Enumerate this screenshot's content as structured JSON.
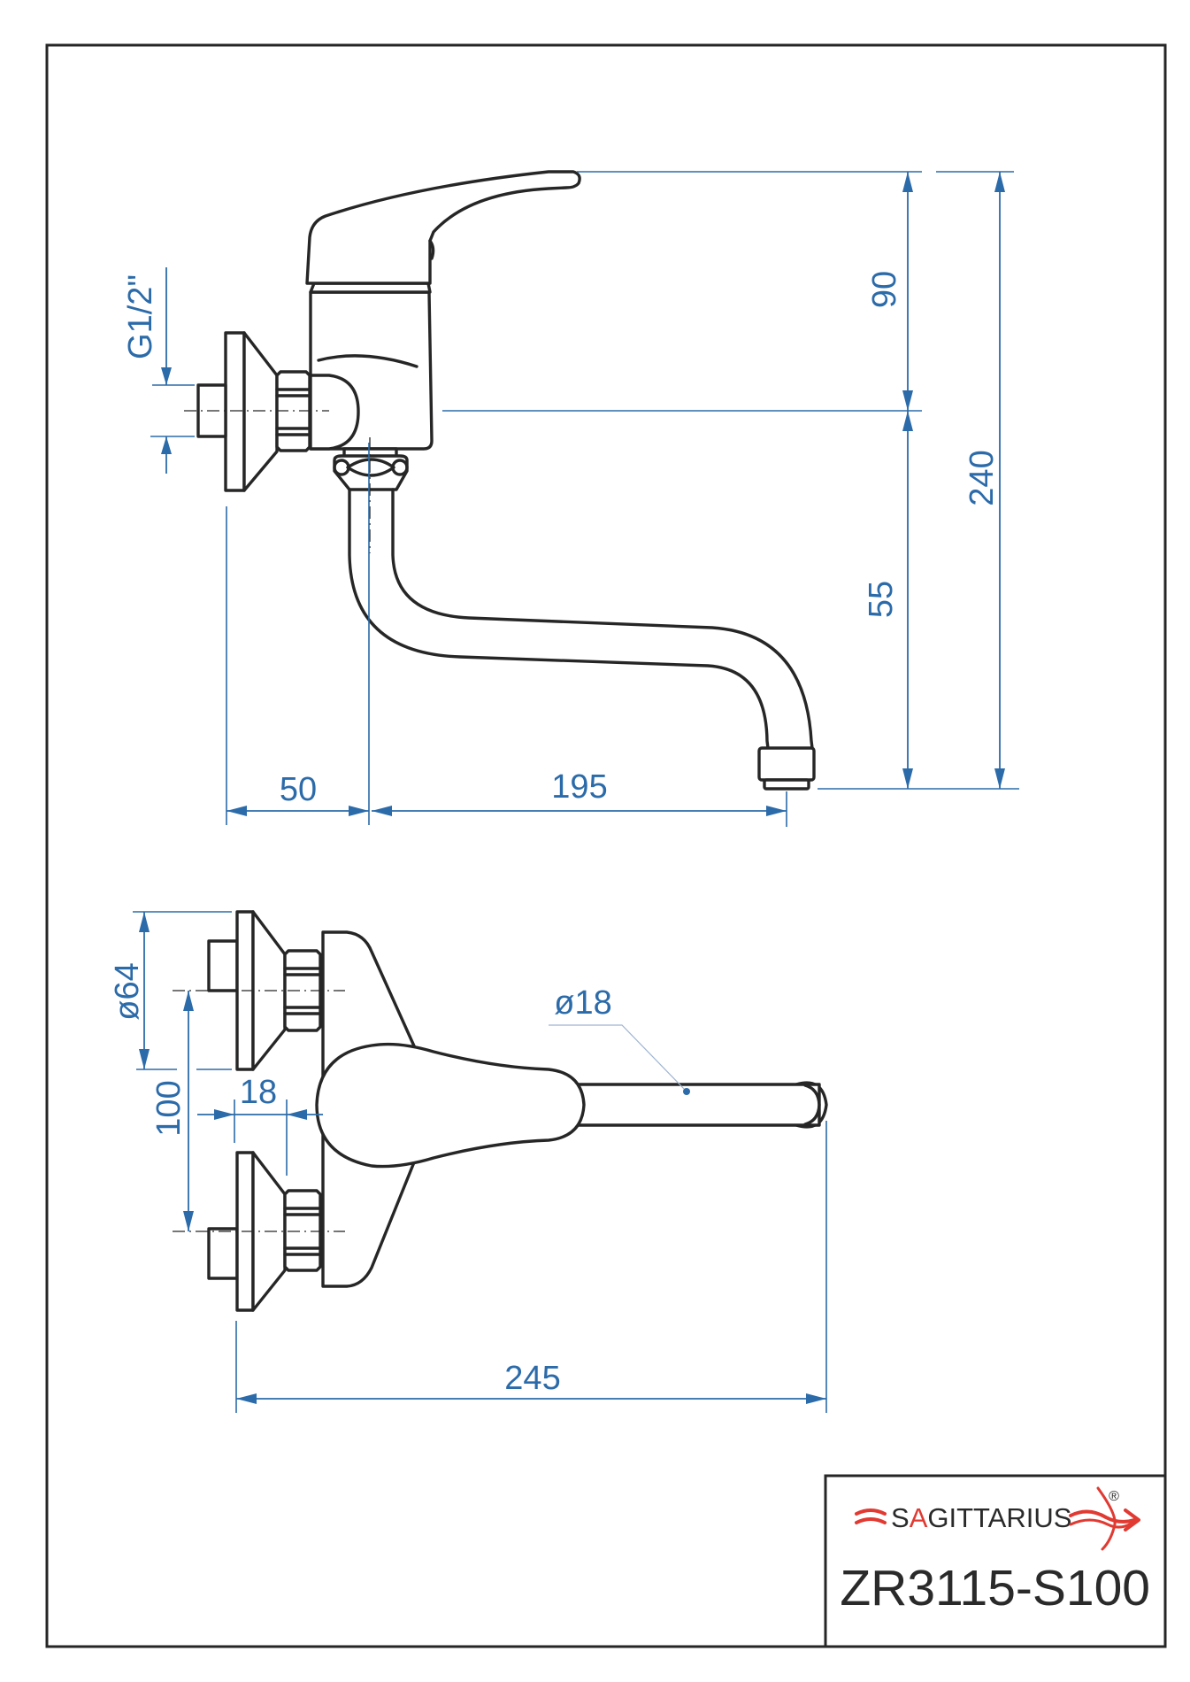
{
  "drawing": {
    "title_block": {
      "brand": {
        "prefix_accent": "SA",
        "rest": "GITTARIUS",
        "registered_mark": "®",
        "accent_color": "#e03a32"
      },
      "model_number": "ZR3115-S100"
    },
    "side_view": {
      "dimensions": {
        "thread": "G1/2\"",
        "handle_height": "90",
        "spout_height": "55",
        "total_height": "240",
        "wall_offset": "50",
        "spout_reach": "195"
      }
    },
    "plan_view": {
      "dimensions": {
        "flange_diameter": "ø64",
        "inlet_spacing": "100",
        "nut_depth": "18",
        "spout_diameter": "ø18",
        "total_reach": "245"
      }
    },
    "colors": {
      "outline": "#262626",
      "dimension": "#2c6ba9"
    }
  }
}
